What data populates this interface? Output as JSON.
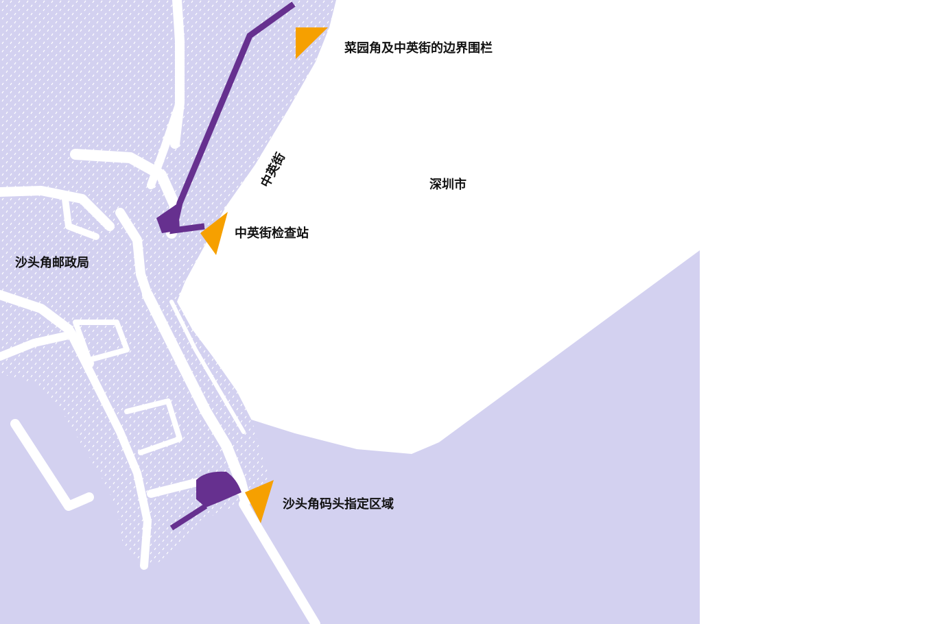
{
  "labels": {
    "boundary_fence": "菜园角及中英街的边界围栏",
    "chung_ying_street": "中英街",
    "shenzhen": "深圳市",
    "checkpoint": "中英街检查站",
    "post_office": "沙头角邮政局",
    "pier_zone": "沙头角码头指定区域"
  },
  "colors": {
    "water": "#d3d1f0",
    "land_dots": "#ffffff",
    "road": "#ffffff",
    "route": "#66308f",
    "marker": "#f6a000",
    "background": "#ffffff"
  },
  "icons": {
    "marker": "triangle-marker-icon"
  }
}
